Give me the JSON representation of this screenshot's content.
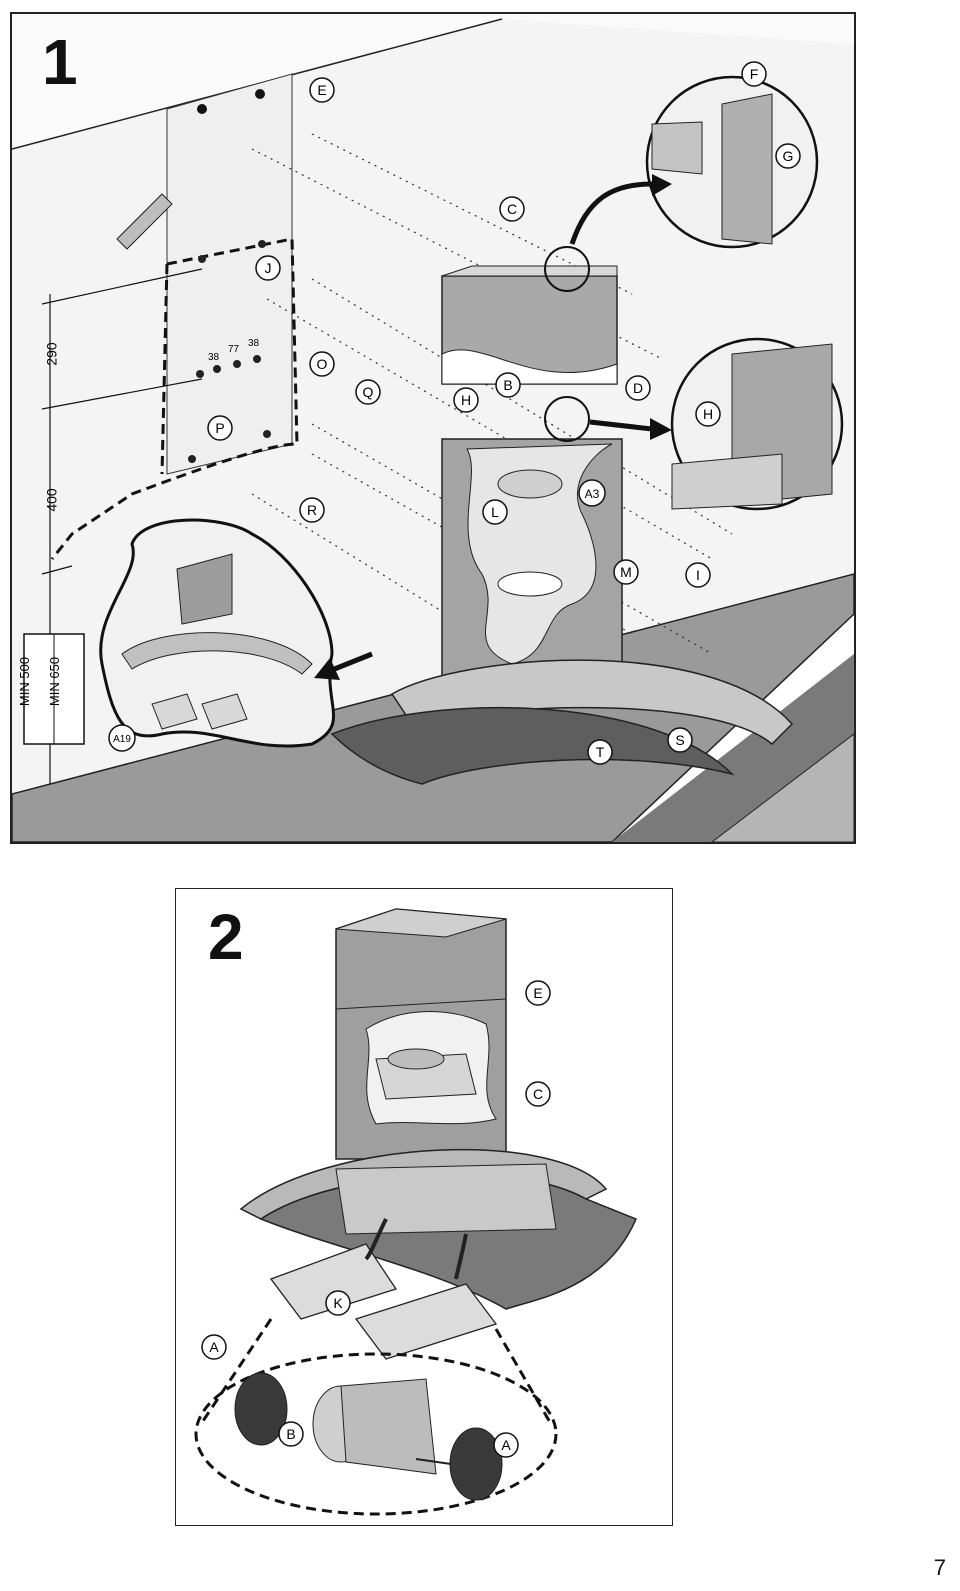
{
  "panels": [
    {
      "number": "1",
      "callouts": [
        "E",
        "F",
        "G",
        "C",
        "J",
        "D",
        "O",
        "Q",
        "H",
        "B",
        "P",
        "A3",
        "L",
        "R",
        "M",
        "I",
        "A19",
        "T",
        "S"
      ],
      "inset_callout": "H",
      "dimensions": [
        "290",
        "400",
        "38",
        "77",
        "38"
      ],
      "min_labels": [
        "MIN 500",
        "MIN 650"
      ]
    },
    {
      "number": "2",
      "callouts": [
        "E",
        "C",
        "K",
        "A",
        "B",
        "A"
      ]
    }
  ],
  "page_number": "7",
  "colors": {
    "metal": "#a7a7a7",
    "metal_dark": "#6f6f6f",
    "wall": "#ededed",
    "floor": "#8e8e8e",
    "line": "#1a1a1a"
  }
}
